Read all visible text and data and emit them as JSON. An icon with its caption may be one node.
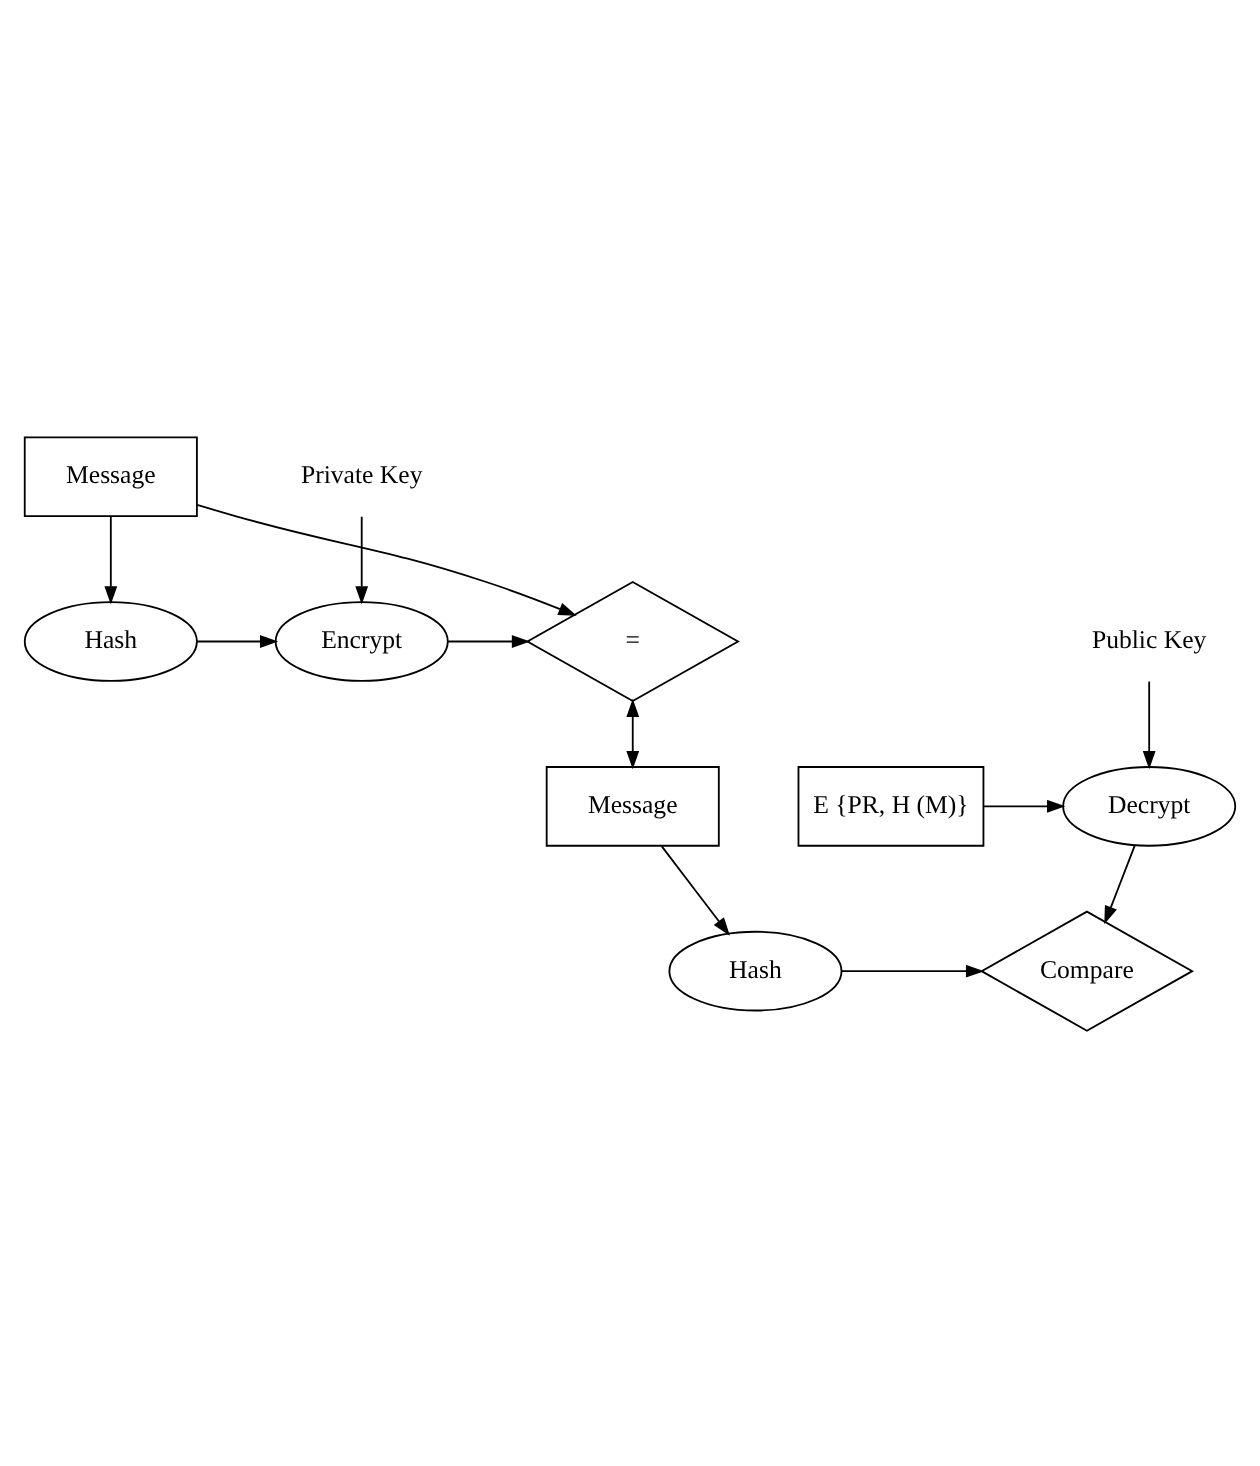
{
  "diagram": {
    "nodes": [
      {
        "text": [
          "Message"
        ]
      },
      {
        "text": [
          "Hash"
        ]
      },
      {
        "text": [
          "Encrypt"
        ]
      },
      {
        "text": [
          "="
        ]
      },
      {
        "text": [
          "Private Key"
        ]
      },
      {
        "text": [
          "Hash"
        ]
      },
      {
        "text": [
          "Message"
        ]
      },
      {
        "text": [
          "Compare"
        ]
      },
      {
        "text": [
          "Decrypt"
        ]
      },
      {
        "text": [
          "E {PR, H (M)}"
        ]
      },
      {
        "text": [
          "Public Key"
        ]
      }
    ],
    "edges": [
      {
        "from": 0,
        "to": 3,
        "arrow": "to"
      },
      {
        "from": 0,
        "to": 1,
        "arrow": "to"
      },
      {
        "from": 1,
        "to": 2,
        "arrow": "to"
      },
      {
        "from": 2,
        "to": 3,
        "arrow": "to"
      },
      {
        "from": 4,
        "to": 2,
        "arrow": "to"
      },
      {
        "from": 3,
        "to": 6,
        "arrow": "both"
      },
      {
        "from": 6,
        "to": 5,
        "arrow": "to"
      },
      {
        "from": 9,
        "to": 8,
        "arrow": "to"
      },
      {
        "from": 5,
        "to": 7,
        "arrow": "to"
      },
      {
        "from": 8,
        "to": 7,
        "arrow": "to"
      },
      {
        "from": 10,
        "to": 8,
        "arrow": "to"
      }
    ]
  }
}
